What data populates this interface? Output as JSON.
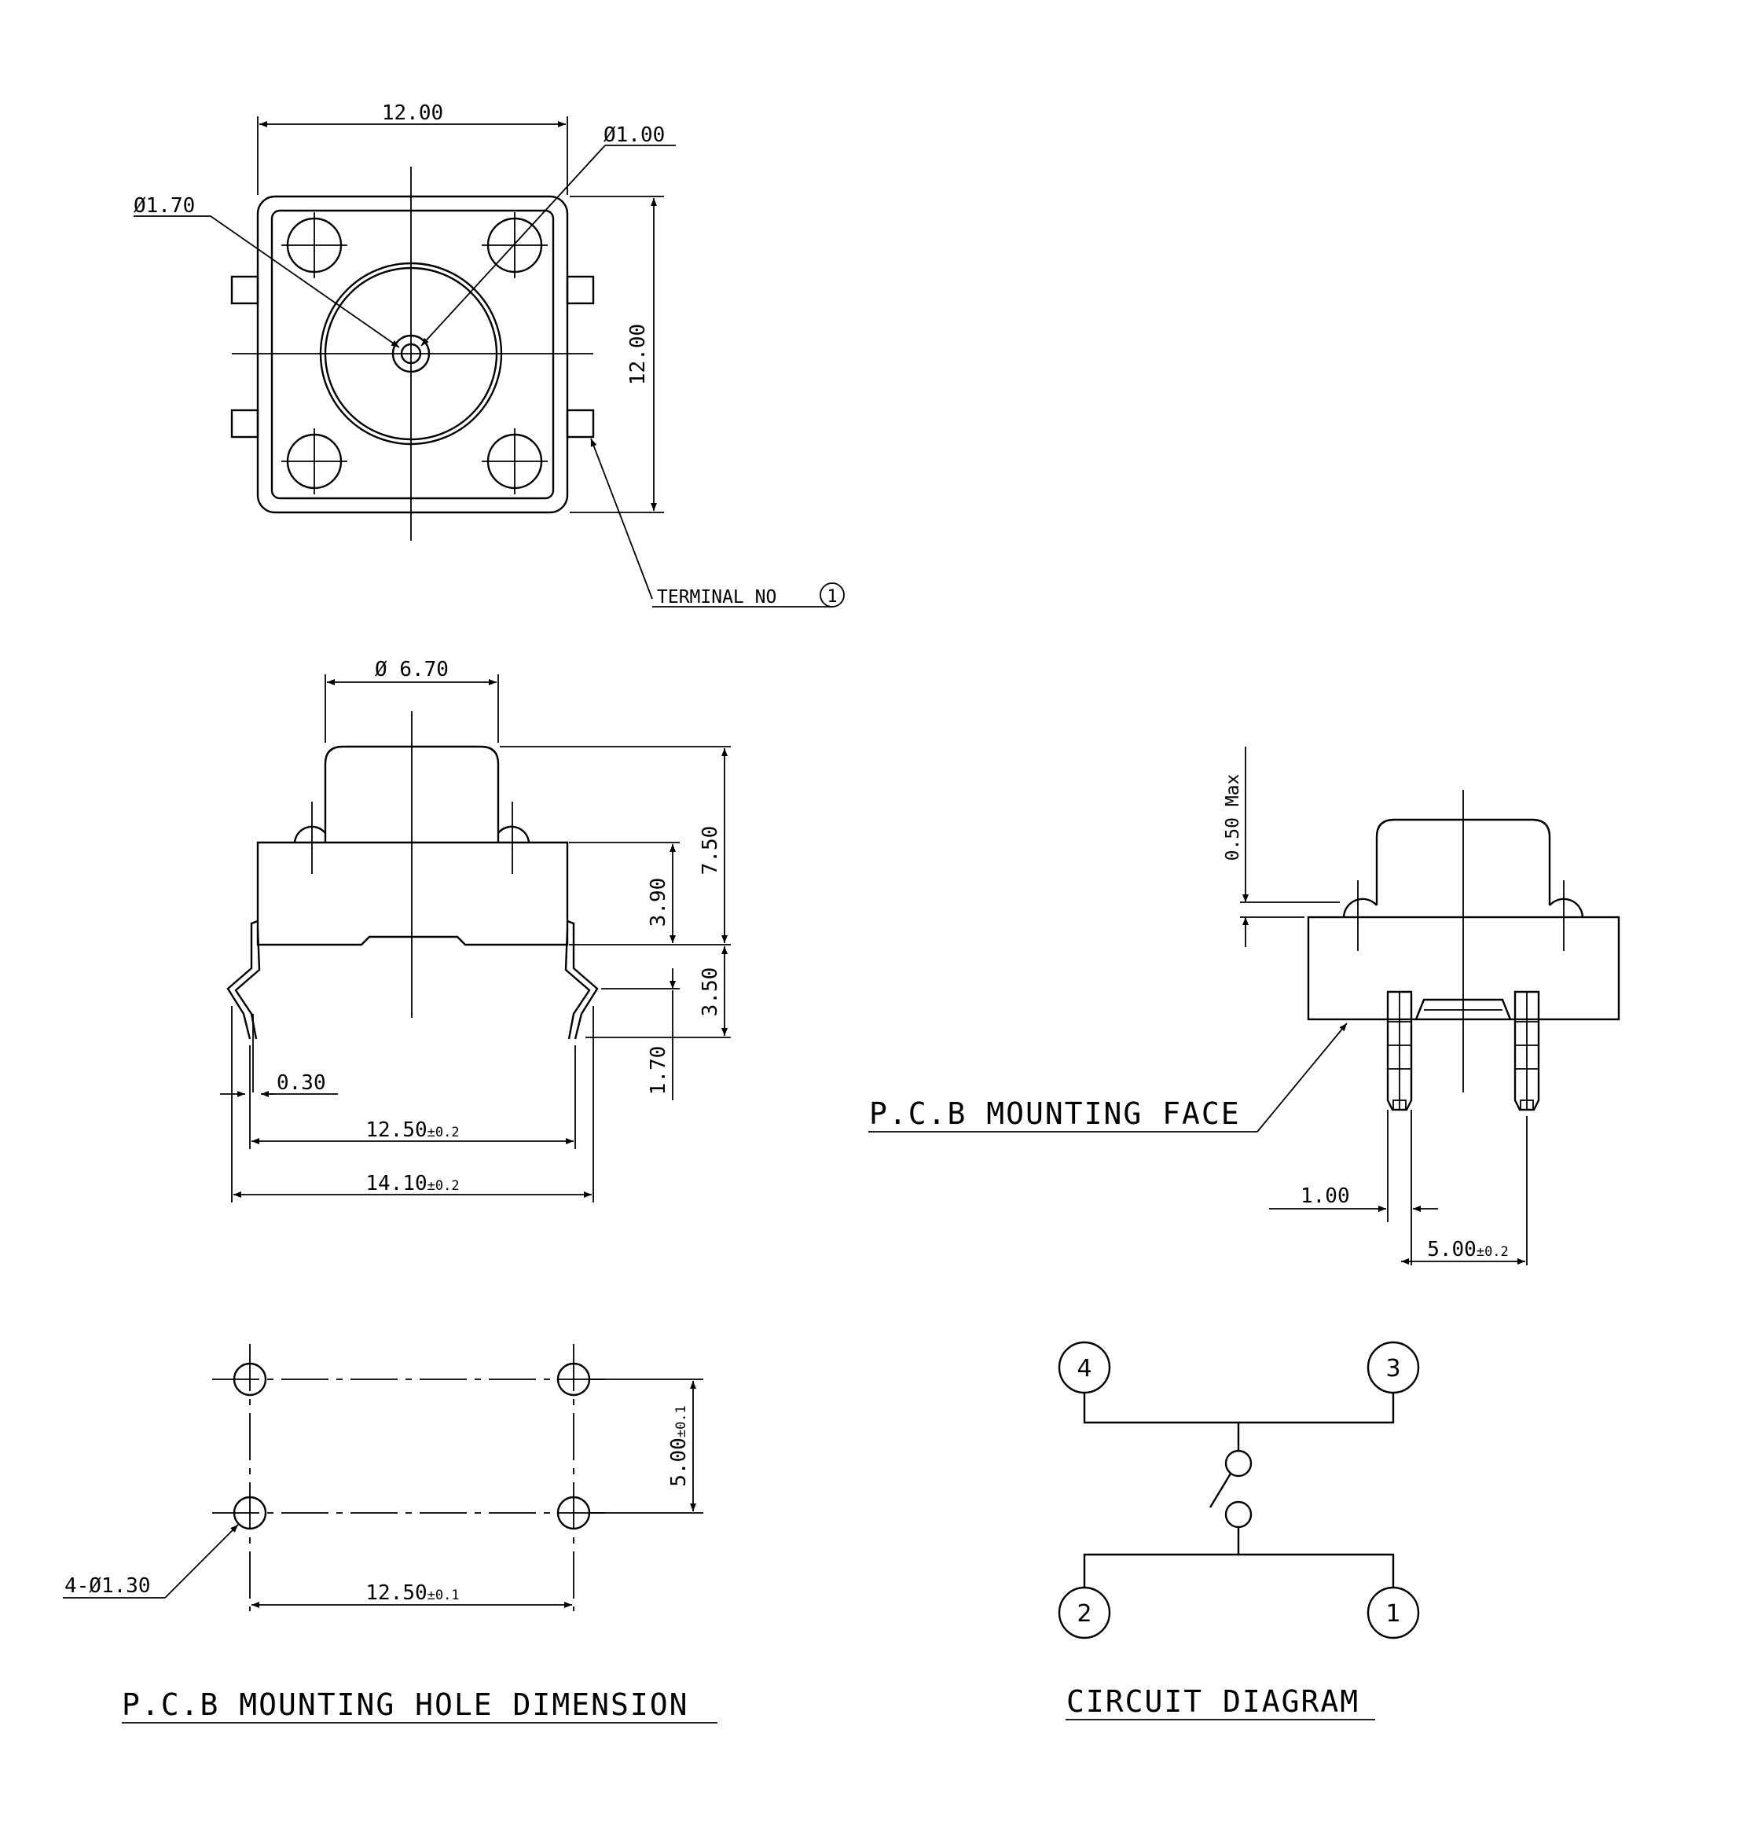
{
  "top_view": {
    "width": "12.00",
    "height": "12.00",
    "hole_dia": "Ø1.00",
    "actuator_dia": "Ø1.70",
    "terminal_label": "TERMINAL NO",
    "terminal_no": "1"
  },
  "side_view": {
    "cap_dia": "Ø 6.70",
    "total_height": "7.50",
    "body_height": "3.90",
    "lead_height": "3.50",
    "lead_tip": "1.70",
    "lead_thickness": "0.30",
    "pitch_value": "12.50",
    "pitch_tol": "±0.2",
    "overall_value": "14.10",
    "overall_tol": "±0.2"
  },
  "end_view": {
    "max_label": "0.50 Max",
    "mounting_face": "P.C.B MOUNTING FACE",
    "lead_width": "1.00",
    "lead_pitch_value": "5.00",
    "lead_pitch_tol": "±0.2"
  },
  "pcb_holes": {
    "hole_label": "4-Ø1.30",
    "pitch_x_value": "12.50",
    "pitch_x_tol": "±0.1",
    "pitch_y_value": "5.00",
    "pitch_y_tol": "±0.1",
    "title": "P.C.B MOUNTING HOLE DIMENSION"
  },
  "circuit": {
    "title": "CIRCUIT DIAGRAM",
    "pins": [
      "1",
      "2",
      "3",
      "4"
    ]
  }
}
